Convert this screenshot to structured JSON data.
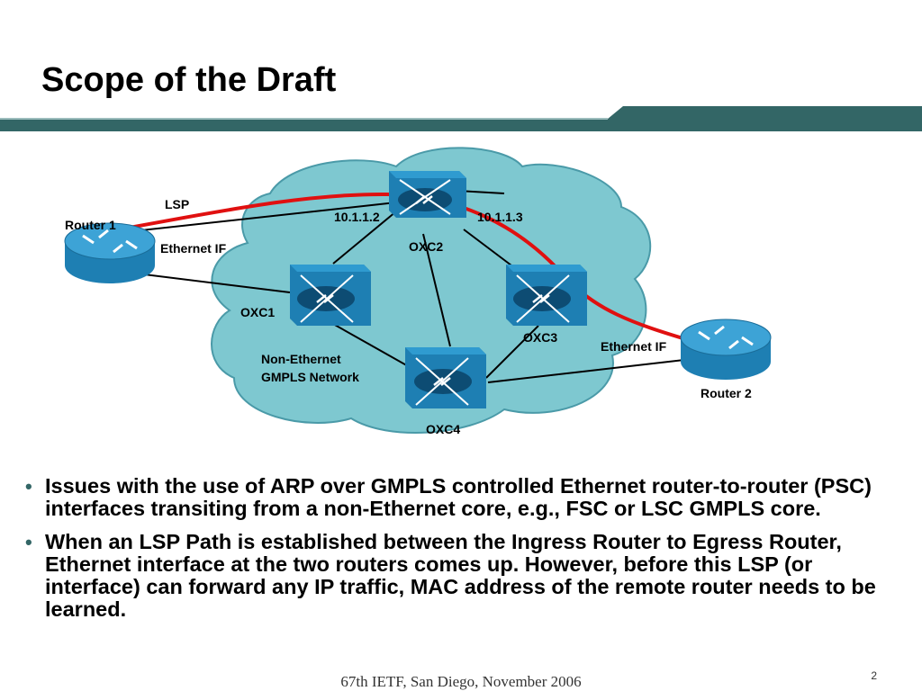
{
  "slide": {
    "title": "Scope of the Draft",
    "footer": "67th IETF, San Diego, November 2006",
    "page_number": "2"
  },
  "diagram": {
    "labels": {
      "lsp": "LSP",
      "router1": "Router 1",
      "router2": "Router 2",
      "ethernet_if_left": "Ethernet IF",
      "ethernet_if_right": "Ethernet IF",
      "ip_left": "10.1.1.2",
      "ip_right": "10.1.1.3",
      "oxc1": "OXC1",
      "oxc2": "OXC2",
      "oxc3": "OXC3",
      "oxc4": "OXC4",
      "network_line1": "Non-Ethernet",
      "network_line2": "GMPLS Network"
    },
    "colors": {
      "cloud": "#7ec8d0",
      "device": "#1e7fb3",
      "lsp": "#e01010",
      "title_bar": "#336666"
    }
  },
  "bullets": [
    "Issues with the use of ARP over GMPLS controlled Ethernet router-to-router (PSC) interfaces transiting from a non-Ethernet core, e.g., FSC or LSC GMPLS core.",
    "When an LSP Path is established between the Ingress Router to Egress Router, Ethernet interface at the two routers comes up. However, before this LSP (or interface) can forward any IP traffic, MAC address of the remote router needs to be learned."
  ],
  "bullet_symbol": "•"
}
